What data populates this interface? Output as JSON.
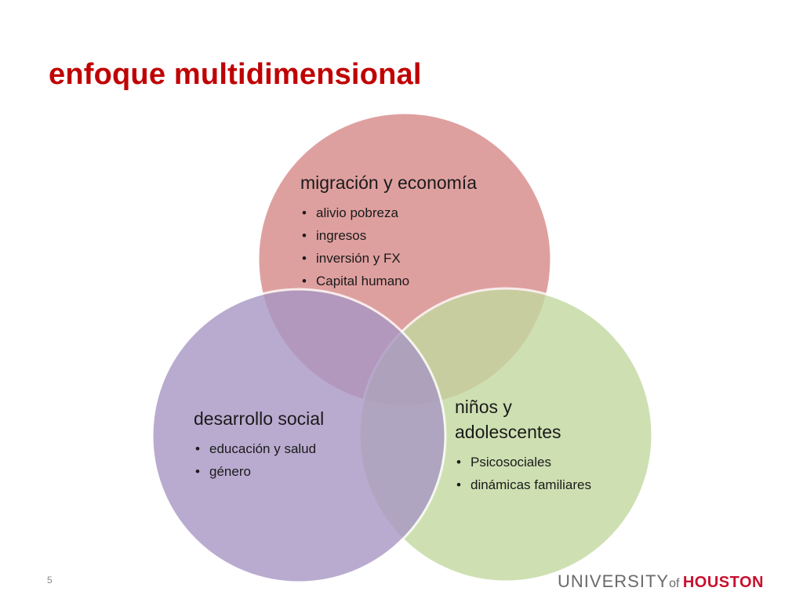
{
  "slide": {
    "title": "enfoque multidimensional",
    "page_number": "5"
  },
  "diagram": {
    "type": "venn",
    "circles": [
      {
        "heading": "migración y economía",
        "items": [
          "alivio pobreza",
          "ingresos",
          "inversión y FX",
          "Capital humano"
        ],
        "color": "#d9908f"
      },
      {
        "heading": "desarrollo social",
        "items": [
          "educación y salud",
          "género"
        ],
        "color": "#a897c4"
      },
      {
        "heading_lines": [
          "niños y",
          "adolescentes"
        ],
        "items": [
          "Psicosociales",
          "dinámicas familiares"
        ],
        "color": "#c3d9a0"
      }
    ],
    "bullet": "•"
  },
  "logo": {
    "university": "UNIVERSITY",
    "of": "of",
    "houston": "HOUSTON",
    "brand_color": "#c8102e"
  }
}
